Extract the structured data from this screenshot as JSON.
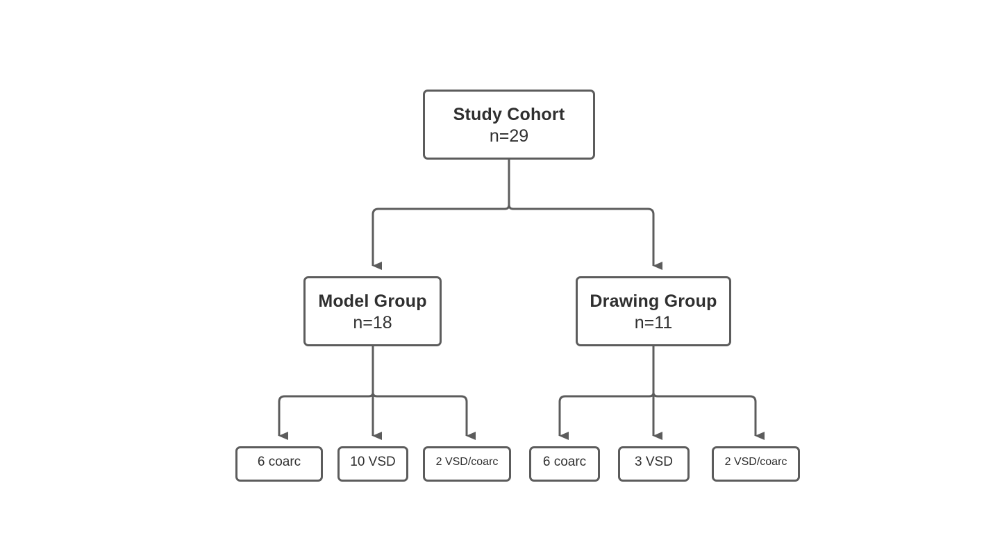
{
  "root": {
    "title": "Study Cohort",
    "count": "n=29"
  },
  "groups": [
    {
      "title": "Model Group",
      "count": "n=18",
      "subgroups": [
        "6 coarc",
        "10 VSD",
        "2 VSD/coarc"
      ]
    },
    {
      "title": "Drawing Group",
      "count": "n=11",
      "subgroups": [
        "6 coarc",
        "3 VSD",
        "2 VSD/coarc"
      ]
    }
  ],
  "colors": {
    "line": "#5c5c5c",
    "text": "#2f2f2f",
    "background": "#ffffff"
  }
}
